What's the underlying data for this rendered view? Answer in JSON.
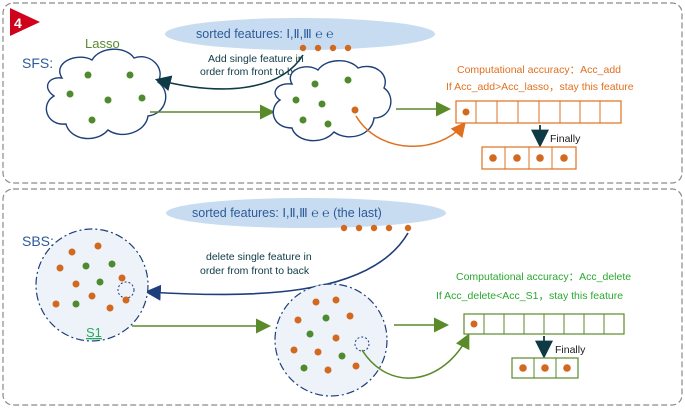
{
  "badge": {
    "text": "4",
    "color": "#d0021b"
  },
  "colors": {
    "blue_text": "#2e5a9a",
    "orange": "#e07020",
    "green": "#5a8a2a",
    "dark_teal": "#0e3a45",
    "dot_orange": "#d2691e",
    "dot_green": "#4f8a2e",
    "ellipse_fill": "#c7dcf1"
  },
  "sfs": {
    "label": "SFS:",
    "cloud_label": "Lasso",
    "sorted_features": "sorted features: Ⅰ,Ⅱ,Ⅲ ℮ ℮",
    "add_note_line1": "Add single feature in",
    "add_note_line2": "order from front to back",
    "accuracy_line1": "Computational accuracy：Acc_add",
    "accuracy_line2": "If Acc_add>Acc_lasso，stay this feature",
    "finally_label": "Finally"
  },
  "sbs": {
    "label": "SBS:",
    "circle_label": "S1",
    "sorted_features": "sorted features: Ⅰ,Ⅱ,Ⅲ ℮ ℮  (the last)",
    "delete_note_line1": "delete single feature in",
    "delete_note_line2": "order from front to back",
    "accuracy_line1": "Computational accuracy：Acc_delete",
    "accuracy_line2": "If Acc_delete<Acc_S1，stay this feature",
    "finally_label": "Finally"
  }
}
